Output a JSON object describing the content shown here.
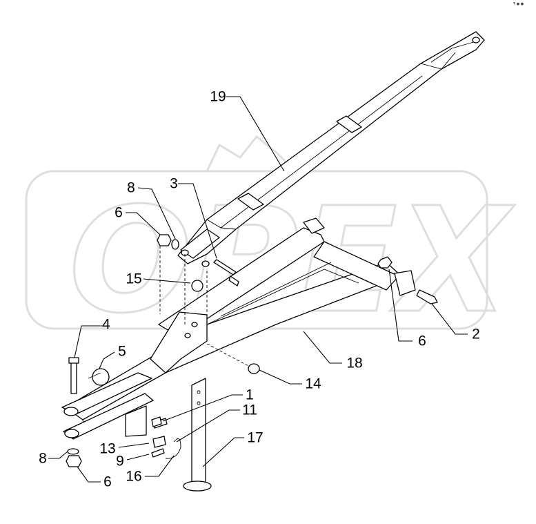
{
  "watermark": {
    "text": "OPEX"
  },
  "corner_mark": "¶ ● ●",
  "callouts": [
    {
      "id": "c1",
      "label": "1"
    },
    {
      "id": "c2",
      "label": "2"
    },
    {
      "id": "c3",
      "label": "3"
    },
    {
      "id": "c4",
      "label": "4"
    },
    {
      "id": "c5",
      "label": "5"
    },
    {
      "id": "c6a",
      "label": "6"
    },
    {
      "id": "c6b",
      "label": "6"
    },
    {
      "id": "c6c",
      "label": "6"
    },
    {
      "id": "c8a",
      "label": "8"
    },
    {
      "id": "c8b",
      "label": "8"
    },
    {
      "id": "c9",
      "label": "9"
    },
    {
      "id": "c11",
      "label": "11"
    },
    {
      "id": "c13",
      "label": "13"
    },
    {
      "id": "c14",
      "label": "14"
    },
    {
      "id": "c15",
      "label": "15"
    },
    {
      "id": "c16",
      "label": "16"
    },
    {
      "id": "c17",
      "label": "17"
    },
    {
      "id": "c18",
      "label": "18"
    },
    {
      "id": "c19",
      "label": "19"
    }
  ]
}
